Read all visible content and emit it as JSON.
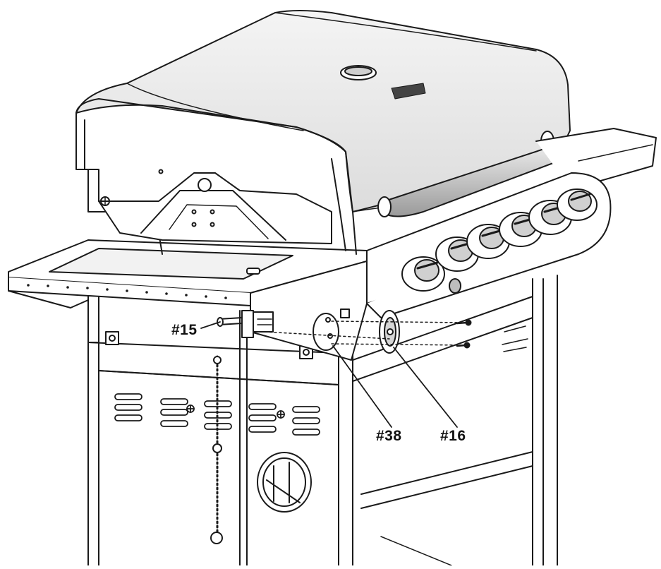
{
  "callouts": {
    "part_15": "#15",
    "part_38": "#38",
    "part_16": "#16"
  },
  "colors": {
    "line": "#1a1a1a",
    "fill": "#ffffff",
    "shade": "#d9d9d9",
    "dark": "#8c8c8c"
  }
}
